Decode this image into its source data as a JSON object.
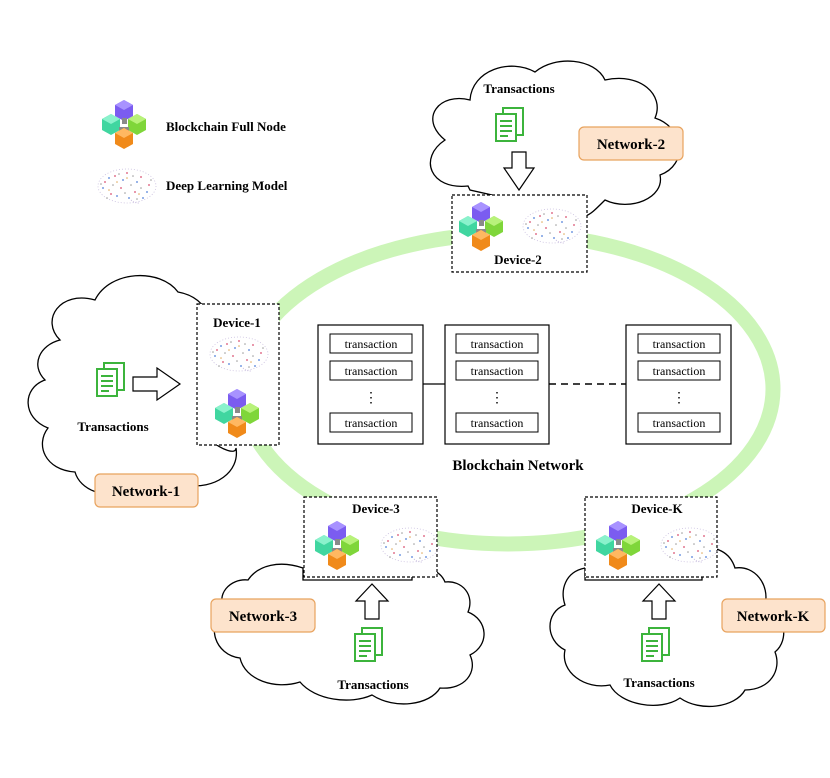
{
  "legend": {
    "full_node_label": "Blockchain Full Node",
    "dl_model_label": "Deep Learning Model"
  },
  "center_label": "Blockchain Network",
  "devices": {
    "d1": "Device-1",
    "d2": "Device-2",
    "d3": "Device-3",
    "dk": "Device-K"
  },
  "networks": {
    "n1": "Network-1",
    "n2": "Network-2",
    "n3": "Network-3",
    "nk": "Network-K"
  },
  "transactions_label": "Transactions",
  "blocks": {
    "row_label": "transaction",
    "ellipsis": "⋮"
  },
  "colors": {
    "ring": "#ccf5b8",
    "network_tag_fill": "#fde3cc",
    "network_tag_stroke": "#e8a35e",
    "doc_icon": "#3cb43c",
    "cube_top": "#7b5cf0",
    "cube_left": "#40d6a0",
    "cube_right": "#7fd63a",
    "cube_bottom": "#f08a1a"
  }
}
